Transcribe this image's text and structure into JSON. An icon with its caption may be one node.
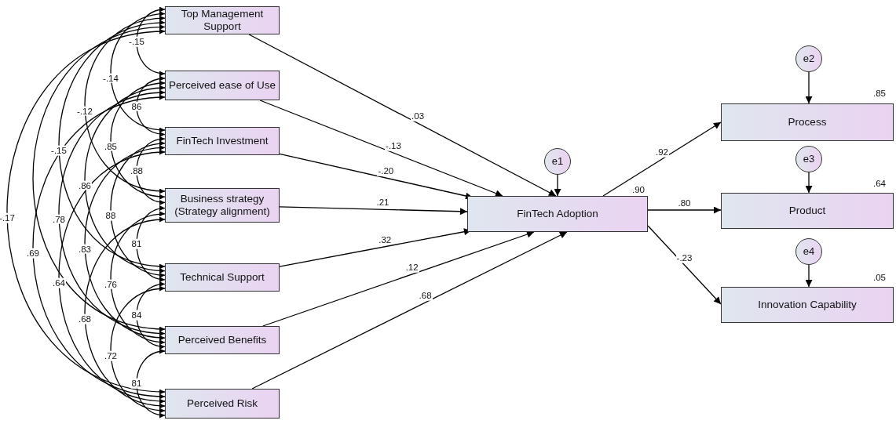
{
  "diagram": {
    "nodes": [
      {
        "text": [
          "Top Management Support"
        ]
      },
      {
        "text": [
          "Perceived ease of Use"
        ]
      },
      {
        "text": [
          "FinTech Investment"
        ]
      },
      {
        "text": [
          "Business strategy (Strategy alignment)"
        ]
      },
      {
        "text": [
          "Technical Support"
        ]
      },
      {
        "text": [
          "Perceived Benefits"
        ]
      },
      {
        "text": [
          "Perceived Risk"
        ]
      },
      {
        "text": [
          "e1"
        ]
      },
      {
        "text": [
          "FinTech Adoption"
        ],
        "beside": [
          ".90"
        ]
      },
      {
        "text": [
          "e2"
        ]
      },
      {
        "text": [
          "Process"
        ],
        "beside": [
          ".85"
        ]
      },
      {
        "text": [
          "e3"
        ]
      },
      {
        "text": [
          "Product"
        ],
        "beside": [
          ".64"
        ]
      },
      {
        "text": [
          "e4"
        ]
      },
      {
        "text": [
          "Innovation Capability"
        ],
        "beside": [
          ".05"
        ]
      }
    ],
    "edges": [
      {
        "from": 0,
        "to": 8,
        "arrow": "to",
        "label": ".03"
      },
      {
        "from": 1,
        "to": 8,
        "arrow": "to",
        "label": "-.13"
      },
      {
        "from": 2,
        "to": 8,
        "arrow": "to",
        "label": "-.20"
      },
      {
        "from": 3,
        "to": 8,
        "arrow": "to",
        "label": ".21"
      },
      {
        "from": 4,
        "to": 8,
        "arrow": "to",
        "label": ".32"
      },
      {
        "from": 5,
        "to": 8,
        "arrow": "to",
        "label": ".12"
      },
      {
        "from": 6,
        "to": 8,
        "arrow": "to",
        "label": ".68"
      },
      {
        "from": 7,
        "to": 8,
        "arrow": "to"
      },
      {
        "from": 8,
        "to": 10,
        "arrow": "to",
        "label": ".92"
      },
      {
        "from": 8,
        "to": 12,
        "arrow": "to",
        "label": ".80"
      },
      {
        "from": 8,
        "to": 14,
        "arrow": "to",
        "label": "-.23"
      },
      {
        "from": 9,
        "to": 10,
        "arrow": "to"
      },
      {
        "from": 11,
        "to": 12,
        "arrow": "to"
      },
      {
        "from": 13,
        "to": 14,
        "arrow": "to"
      },
      {
        "from": 0,
        "to": 1,
        "arrow": "both",
        "label": "-.15"
      },
      {
        "from": 0,
        "to": 2,
        "arrow": "both",
        "label": "-.14"
      },
      {
        "from": 0,
        "to": 3,
        "arrow": "both",
        "label": "-.12"
      },
      {
        "from": 0,
        "to": 4,
        "arrow": "both",
        "label": "-.15"
      },
      {
        "from": 0,
        "to": 5,
        "arrow": "both"
      },
      {
        "from": 0,
        "to": 6,
        "arrow": "both",
        "label": "-.17"
      },
      {
        "from": 1,
        "to": 2,
        "arrow": "both",
        "label": "86"
      },
      {
        "from": 1,
        "to": 3,
        "arrow": "both",
        "label": ".85"
      },
      {
        "from": 1,
        "to": 4,
        "arrow": "both",
        "label": ".86"
      },
      {
        "from": 1,
        "to": 5,
        "arrow": "both",
        "label": ".78"
      },
      {
        "from": 1,
        "to": 6,
        "arrow": "both",
        "label": ".69"
      },
      {
        "from": 2,
        "to": 3,
        "arrow": "both",
        "label": ".88"
      },
      {
        "from": 2,
        "to": 4,
        "arrow": "both",
        "label": "88"
      },
      {
        "from": 2,
        "to": 5,
        "arrow": "both",
        "label": ".83"
      },
      {
        "from": 2,
        "to": 6,
        "arrow": "both",
        "label": ".64"
      },
      {
        "from": 3,
        "to": 4,
        "arrow": "both",
        "label": "81"
      },
      {
        "from": 3,
        "to": 5,
        "arrow": "both",
        "label": ".76"
      },
      {
        "from": 3,
        "to": 6,
        "arrow": "both",
        "label": ".68"
      },
      {
        "from": 4,
        "to": 5,
        "arrow": "both",
        "label": "84"
      },
      {
        "from": 4,
        "to": 6,
        "arrow": "both",
        "label": ".72"
      },
      {
        "from": 5,
        "to": 6,
        "arrow": "both",
        "label": "81"
      }
    ]
  }
}
